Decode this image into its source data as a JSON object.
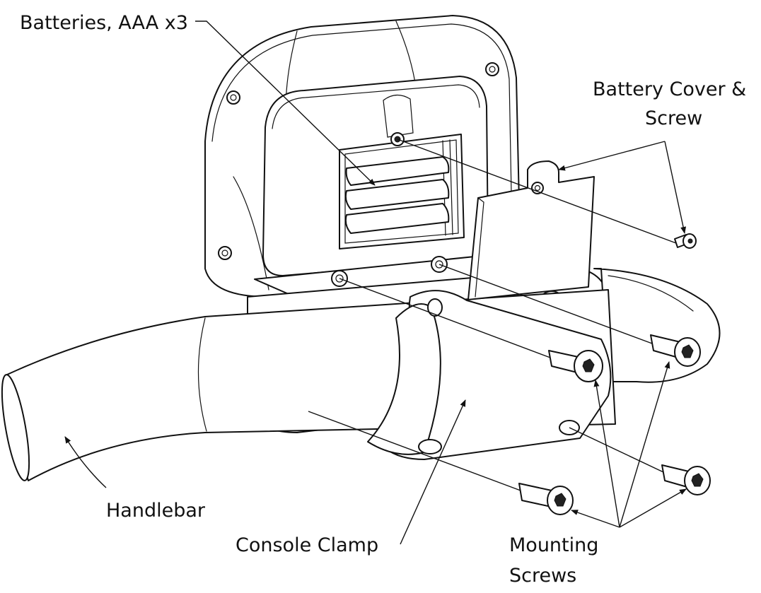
{
  "callouts": {
    "batteries": "Batteries, AAA x3",
    "battery_cover_line1": "Battery Cover &",
    "battery_cover_line2": "Screw",
    "handlebar": "Handlebar",
    "console_clamp": "Console Clamp",
    "mounting_screws_line1": "Mounting",
    "mounting_screws_line2": "Screws"
  }
}
